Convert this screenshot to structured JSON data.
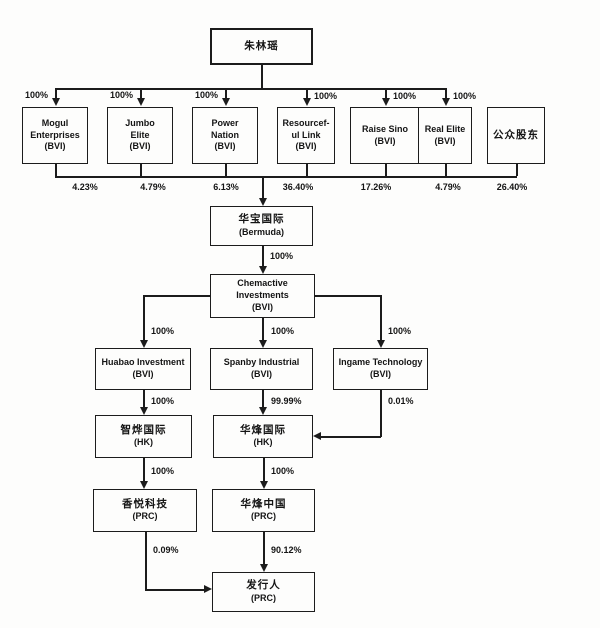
{
  "nodes": {
    "root": {
      "line1": "朱林瑶"
    },
    "mogul": {
      "line1": "Mogul",
      "line2": "Enterprises",
      "line3": "(BVI)"
    },
    "jumbo": {
      "line1": "Jumbo",
      "line2": "Elite",
      "line3": "(BVI)"
    },
    "power": {
      "line1": "Power",
      "line2": "Nation",
      "line3": "(BVI)"
    },
    "resourceful": {
      "line1": "Resourcef-",
      "line2": "ul Link",
      "line3": "(BVI)"
    },
    "raise_sino": {
      "line1": "Raise Sino",
      "line2": "(BVI)"
    },
    "real_elite": {
      "line1": "Real Elite",
      "line2": "(BVI)"
    },
    "public": {
      "line1": "公众股东"
    },
    "huabao_intl": {
      "line1": "华宝国际",
      "line2": "(Bermuda)"
    },
    "chemactive": {
      "line1": "Chemactive",
      "line2": "Investments",
      "line3": "(BVI)"
    },
    "huabao_inv": {
      "line1": "Huabao Investment",
      "line2": "(BVI)"
    },
    "spanby": {
      "line1": "Spanby Industrial",
      "line2": "(BVI)"
    },
    "ingame": {
      "line1": "Ingame Technology",
      "line2": "(BVI)"
    },
    "zhiye_hk": {
      "line1": "智烨国际",
      "line2": "(HK)"
    },
    "huafeng_hk": {
      "line1": "华烽国际",
      "line2": "(HK)"
    },
    "xiangyue": {
      "line1": "香悦科技",
      "line2": "(PRC)"
    },
    "huafeng_cn": {
      "line1": "华烽中国",
      "line2": "(PRC)"
    },
    "issuer": {
      "line1": "发行人",
      "line2": "(PRC)"
    }
  },
  "edges": {
    "root_to_mogul": "100%",
    "root_to_jumbo": "100%",
    "root_to_power": "100%",
    "root_to_resourceful": "100%",
    "root_to_raise_sino": "100%",
    "root_to_real_elite": "100%",
    "mogul_stake": "4.23%",
    "jumbo_stake": "4.79%",
    "power_stake": "6.13%",
    "resourceful_stake": "36.40%",
    "raise_sino_stake": "17.26%",
    "real_elite_stake": "4.79%",
    "public_stake": "26.40%",
    "huabao_intl_to_chemactive": "100%",
    "chemactive_to_huabao_inv": "100%",
    "chemactive_to_spanby": "100%",
    "chemactive_to_ingame": "100%",
    "huabao_inv_to_zhiye": "100%",
    "spanby_to_huafeng_hk": "99.99%",
    "ingame_to_huafeng_hk": "0.01%",
    "zhiye_to_xiangyue": "100%",
    "huafeng_hk_to_huafeng_cn": "100%",
    "xiangyue_to_issuer": "0.09%",
    "huafeng_cn_to_issuer": "90.12%"
  }
}
